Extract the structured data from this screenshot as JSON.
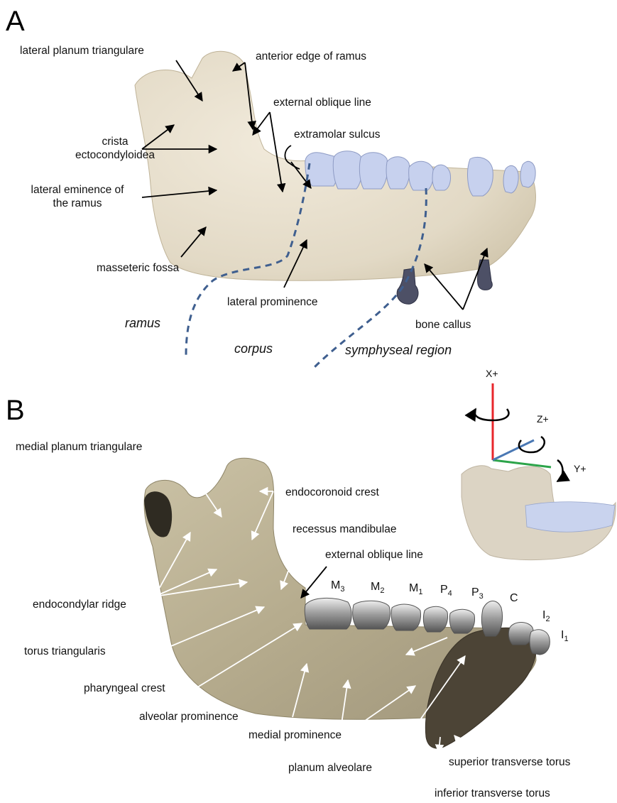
{
  "panels": {
    "a": "A",
    "b": "B"
  },
  "panel_a": {
    "labels": {
      "lateral_planum_triangulare": "lateral planum triangulare",
      "anterior_edge_of_ramus": "anterior edge of ramus",
      "external_oblique_line": "external oblique line",
      "extramolar_sulcus": "extramolar sulcus",
      "crista_line1": "crista",
      "crista_line2": "ectocondyloidea",
      "lateral_eminence_line1": "lateral eminence of",
      "lateral_eminence_line2": "the ramus",
      "masseteric_fossa": "masseteric fossa",
      "lateral_prominence": "lateral prominence",
      "bone_callus": "bone callus"
    },
    "regions": {
      "ramus": "ramus",
      "corpus": "corpus",
      "symphyseal": "symphyseal region"
    }
  },
  "panel_b": {
    "labels": {
      "medial_planum_triangulare": "medial planum triangulare",
      "endocoronoid_crest": "endocoronoid crest",
      "recessus_mandibulae": "recessus mandibulae",
      "external_oblique_line": "external oblique line",
      "endocondylar_ridge": "endocondylar ridge",
      "torus_triangularis": "torus triangularis",
      "pharyngeal_crest": "pharyngeal crest",
      "alveolar_prominence": "alveolar prominence",
      "medial_prominence": "medial prominence",
      "planum_alveolare": "planum alveolare",
      "superior_transverse_torus": "superior transverse torus",
      "inferior_transverse_torus": "inferior transverse torus"
    },
    "teeth": [
      {
        "base": "M",
        "sub": "3"
      },
      {
        "base": "M",
        "sub": "2"
      },
      {
        "base": "M",
        "sub": "1"
      },
      {
        "base": "P",
        "sub": "4"
      },
      {
        "base": "P",
        "sub": "3"
      },
      {
        "base": "C",
        "sub": ""
      },
      {
        "base": "I",
        "sub": "2"
      },
      {
        "base": "I",
        "sub": "1"
      }
    ]
  },
  "axes": {
    "x": "X+",
    "y": "Y+",
    "z": "Z+",
    "colors": {
      "x": "#e8262b",
      "y": "#2ca44a",
      "z": "#4a78b4"
    }
  },
  "colors": {
    "bone": "#e4dccb",
    "bone_medial": "#bdb396",
    "enamel_lateral": "#c9d3ee",
    "enamel_medial": "#8c8c8c",
    "callus": "#4d5066",
    "region_line": "#3f5f8f"
  }
}
